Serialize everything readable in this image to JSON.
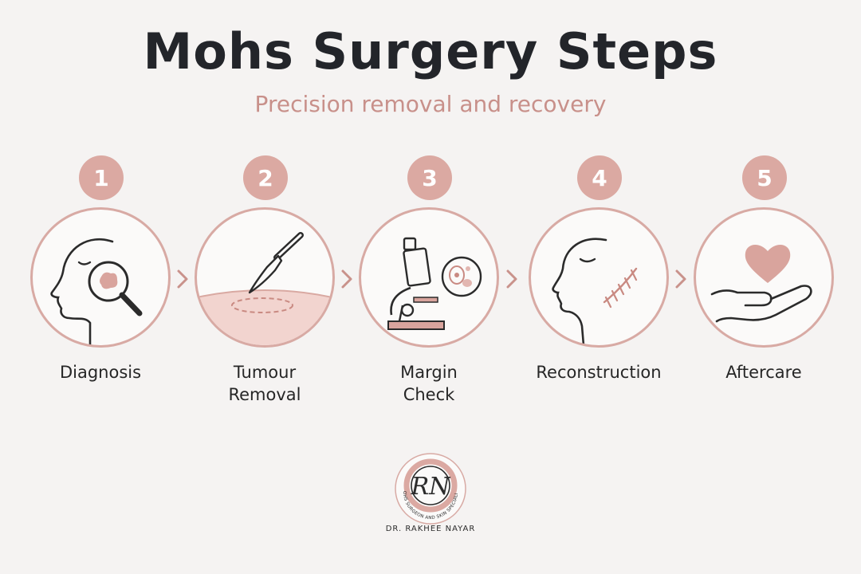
{
  "header": {
    "title": "Mohs Surgery Steps",
    "subtitle": "Precision removal and recovery"
  },
  "steps": [
    {
      "number": "1",
      "label": "Diagnosis",
      "icon": "face-magnifier-icon"
    },
    {
      "number": "2",
      "label": "Tumour Removal",
      "icon": "scalpel-incision-icon"
    },
    {
      "number": "3",
      "label": "Margin Check",
      "icon": "microscope-icon"
    },
    {
      "number": "4",
      "label": "Reconstruction",
      "icon": "face-sutures-icon"
    },
    {
      "number": "5",
      "label": "Aftercare",
      "icon": "heart-hand-icon"
    }
  ],
  "logo": {
    "monogram": "RN",
    "arc_text": "MOHS SURGEON AND SKIN SPECIALIST",
    "name": "DR. RAKHEE NAYAR"
  },
  "colors": {
    "accent": "#dba9a2",
    "ring": "#d8aaa4",
    "subtitle": "#c8908a",
    "title": "#23252a",
    "background": "#f5f3f2"
  }
}
